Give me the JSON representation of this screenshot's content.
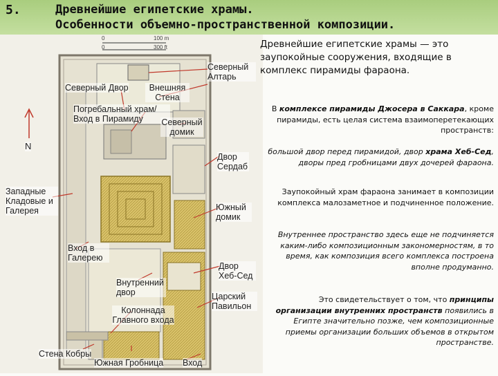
{
  "header": {
    "slide_number": "5.",
    "title_line1": "Древнейшие египетские храмы.",
    "title_line2": "Особенности объемно-пространственной композиции."
  },
  "plan": {
    "scale_0": "0",
    "scale_100m": "100 m",
    "scale_0b": "0",
    "scale_300ft": "300 ft",
    "north_label": "N",
    "labels": {
      "north_altar": "Северный Алтарь",
      "north_court": "Северный Двор",
      "outer_wall": "Внешняя Стена",
      "mortuary_temple": "Погребальный храм/ Вход в Пирамиду",
      "north_house": "Северный домик",
      "serdab_court": "Двор Сердаб",
      "west_stores": "Западные Кладовые и Галерея",
      "south_house": "Южный домик",
      "gallery_entrance": "Вход в Галерею",
      "heb_sed_court": "Двор Хеб-Сед",
      "inner_court": "Внутренний двор",
      "royal_pavilion": "Царский Павильон",
      "colonnade": "Колоннада Главного входа",
      "cobra_wall": "Стена Кобры",
      "south_tomb": "Южная Гробница",
      "entrance": "Вход"
    }
  },
  "text": {
    "lead": "Древнейшие египетские храмы — это заупокойные сооружения, входящие в комплекс пирамиды фараона.",
    "p1a": "В ",
    "p1b": "комплексе пирамиды Джосера в Саккара",
    "p1c": ", кроме пирамиды, есть целая система взаимоперетекающих пространств:",
    "p2a": "большой двор перед пирамидой, двор ",
    "p2b": "храма Хеб-Сед",
    "p2c": ", дворы пред гробницами двух дочерей фараона.",
    "p3": "Заупокойный храм фараона занимает в композиции комплекса малозаметное и подчиненное положение.",
    "p4": "Внутреннее пространство здесь еще не подчиняется каким-либо композиционным закономерностям, в то время, как композиция всего комплекса построена вполне продуманно.",
    "p5a": "Это свидетельствует о том, что ",
    "p5b": "принципы организации внутренних пространств",
    "p5c": " появились в Египте значительно позже, чем композиционные приемы организации больших объемов в открытом пространстве."
  }
}
